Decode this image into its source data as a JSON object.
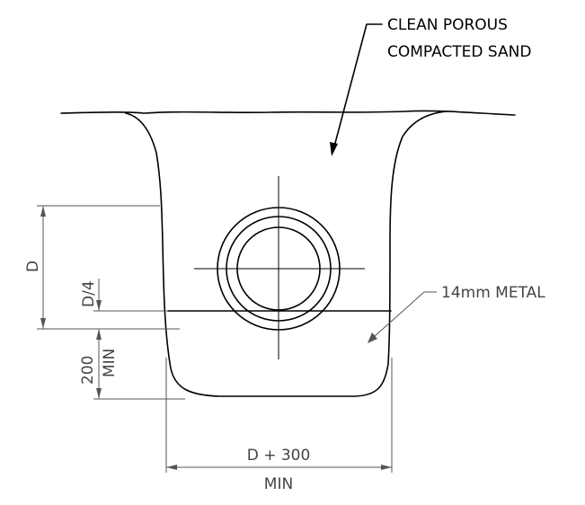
{
  "labels": {
    "sand_line1": "CLEAN POROUS",
    "sand_line2": "COMPACTED SAND",
    "metal": "14mm METAL",
    "dim_d": "D",
    "dim_d4": "D/4",
    "dim_200": "200",
    "dim_200_min": "MIN",
    "dim_width": "D + 300",
    "dim_width_min": "MIN"
  },
  "colors": {
    "line": "#000000",
    "dimension": "#555555",
    "background": "#ffffff"
  }
}
